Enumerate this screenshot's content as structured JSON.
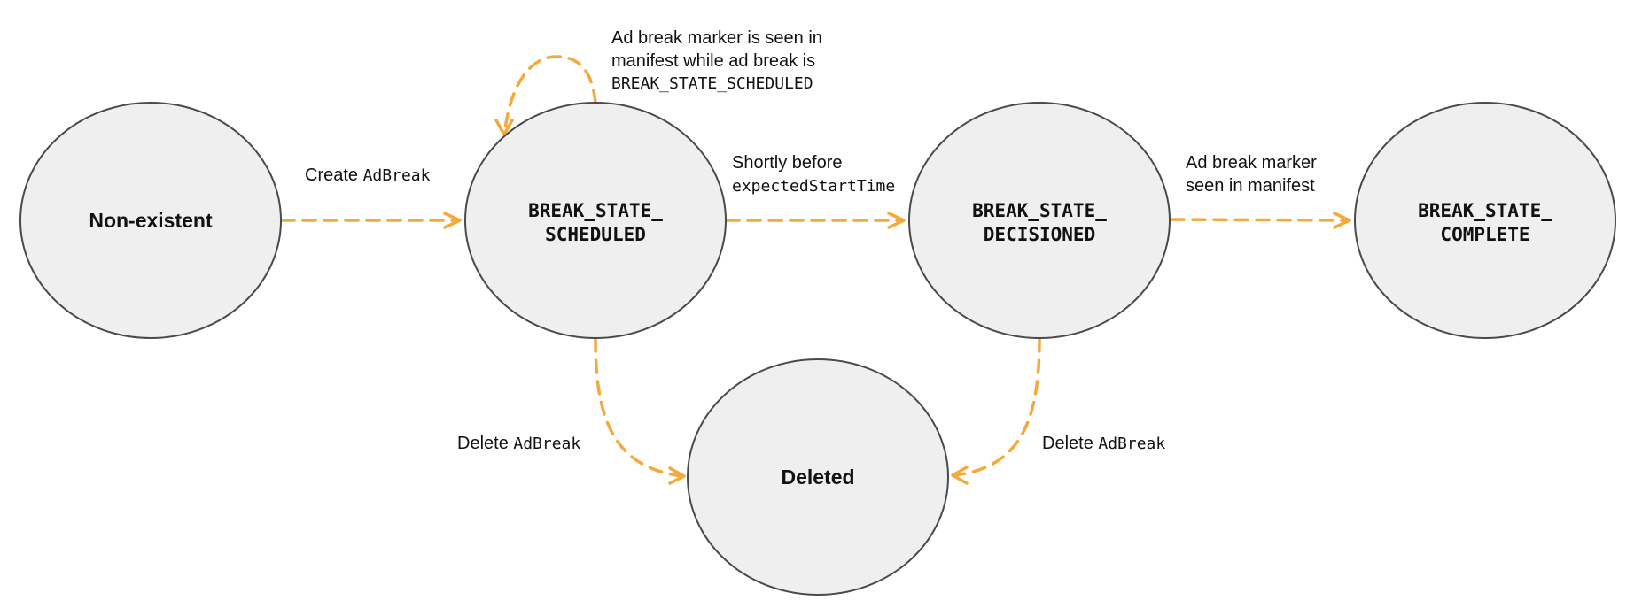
{
  "nodes": {
    "non_existent": {
      "label": "Non-existent"
    },
    "scheduled": {
      "line1": "BREAK_STATE_",
      "line2": "SCHEDULED"
    },
    "decisioned": {
      "line1": "BREAK_STATE_",
      "line2": "DECISIONED"
    },
    "complete": {
      "line1": "BREAK_STATE_",
      "line2": "COMPLETE"
    },
    "deleted": {
      "label": "Deleted"
    }
  },
  "edges": {
    "create": {
      "text": "Create ",
      "code": "AdBreak"
    },
    "self_loop": {
      "line1": "Ad break marker is seen in",
      "line2": "manifest while ad break is",
      "code": "BREAK_STATE_SCHEDULED"
    },
    "shortly_before": {
      "line1": "Shortly before",
      "code": "expectedStartTime"
    },
    "marker_seen": {
      "line1": "Ad break marker",
      "line2": "seen in manifest"
    },
    "delete_left": {
      "text": "Delete ",
      "code": "AdBreak"
    },
    "delete_right": {
      "text": "Delete ",
      "code": "AdBreak"
    }
  },
  "colors": {
    "edge": "#f6a93b",
    "node_fill": "#efefef",
    "node_stroke": "#4a4a4a"
  }
}
